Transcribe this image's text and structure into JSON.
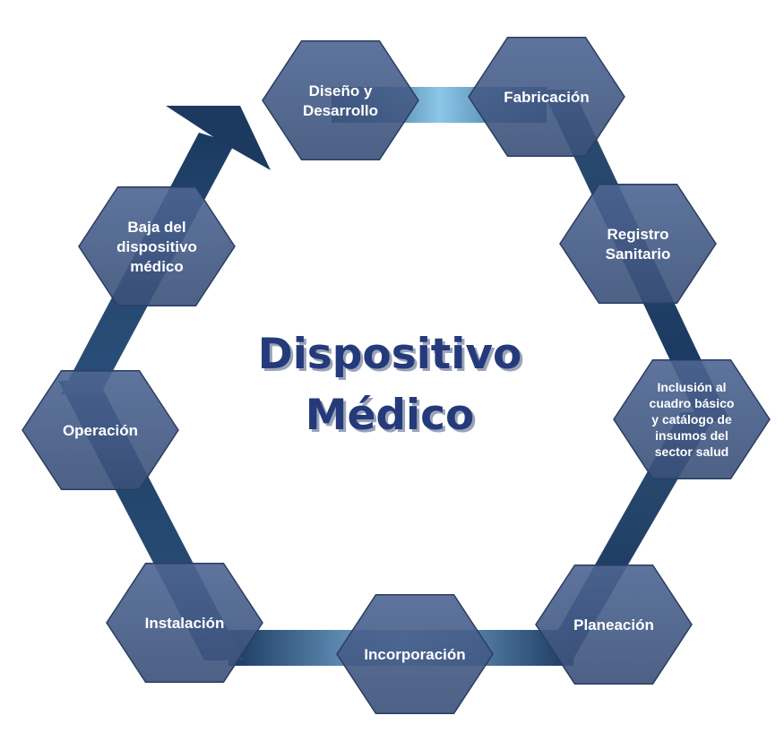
{
  "diagram": {
    "title_line1": "Dispositivo",
    "title_line2": "Médico",
    "colors": {
      "hex_fill": "#3f5680",
      "hex_stroke": "#2a3d63",
      "band_dark": "#1c3c63",
      "band_light": "#7fb8de",
      "title": "#243a7a",
      "title_shadow": "#9aa3b8"
    },
    "stages": [
      {
        "id": "diseno",
        "lines": [
          "Diseño y",
          "Desarrollo"
        ]
      },
      {
        "id": "fabricacion",
        "lines": [
          "Fabricación"
        ]
      },
      {
        "id": "registro",
        "lines": [
          "Registro",
          "Sanitario"
        ]
      },
      {
        "id": "inclusion",
        "lines": [
          "Inclusión al",
          "cuadro básico",
          "y catálogo de",
          "insumos del",
          "sector salud"
        ]
      },
      {
        "id": "planeacion",
        "lines": [
          "Planeación"
        ]
      },
      {
        "id": "incorporacion",
        "lines": [
          "Incorporación"
        ]
      },
      {
        "id": "instalacion",
        "lines": [
          "Instalación"
        ]
      },
      {
        "id": "operacion",
        "lines": [
          "Operación"
        ]
      },
      {
        "id": "baja",
        "lines": [
          "Baja del",
          "dispositivo",
          "médico"
        ]
      }
    ]
  }
}
